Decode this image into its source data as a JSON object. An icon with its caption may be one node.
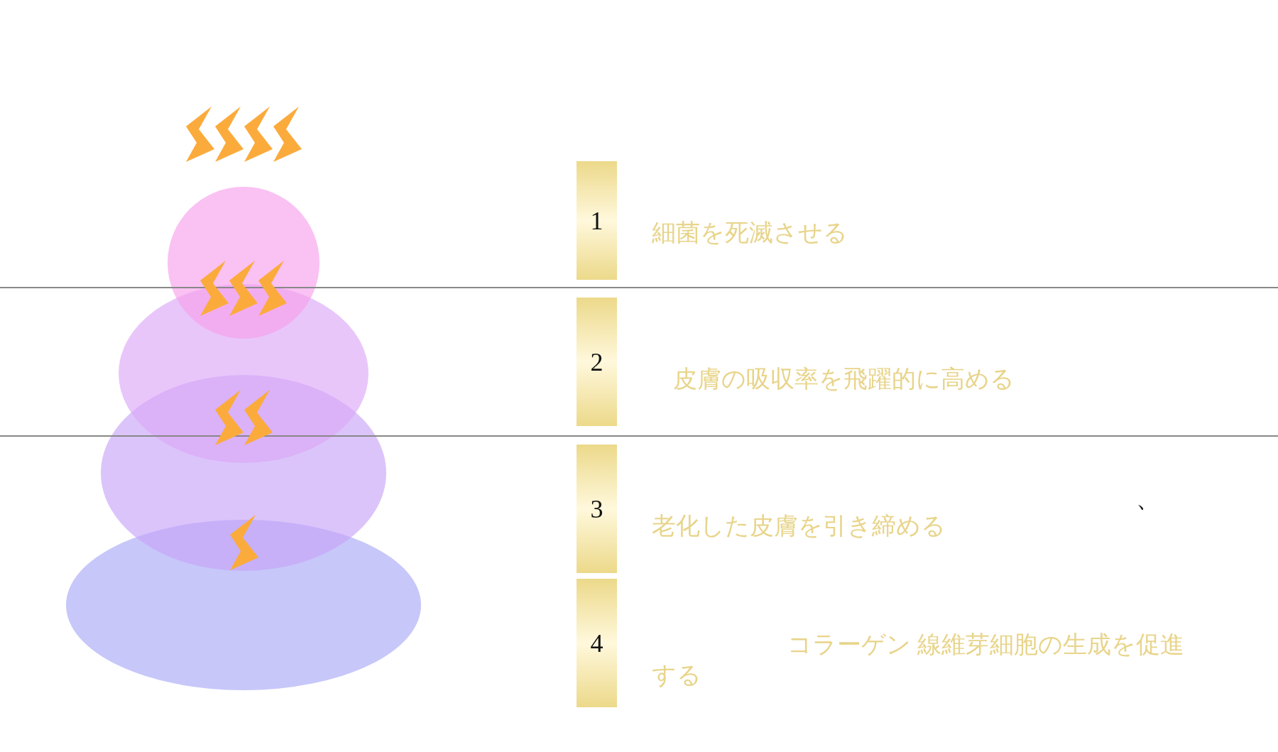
{
  "diagram": {
    "nodes": [
      {
        "text": [
          "1"
        ],
        "beside": [
          "細菌を死滅させる"
        ]
      },
      {
        "text": [
          "2"
        ],
        "beside": [
          "皮膚の吸収率を飛躍的に高める"
        ]
      },
      {
        "text": [
          "3"
        ],
        "beside": [
          "老化した皮膚を引き締める"
        ]
      },
      {
        "text": [
          "4"
        ],
        "beside": [
          "コラーゲン 線維芽細胞の生成を促進する"
        ]
      }
    ],
    "labels": [
      "、"
    ]
  }
}
